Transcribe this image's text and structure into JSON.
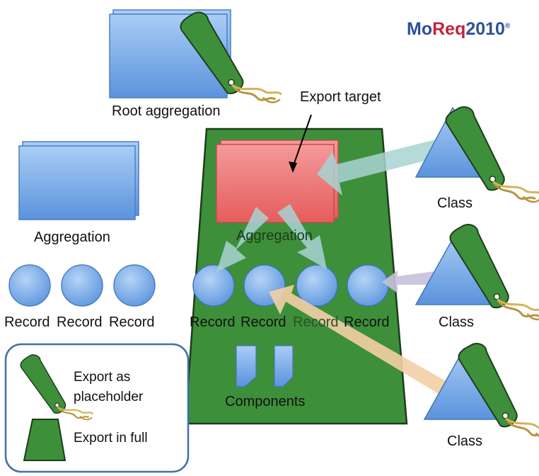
{
  "logo": {
    "part1": "Mo",
    "part2": "Req",
    "part3": "2010",
    "mark": "®"
  },
  "labels": {
    "root_aggregation": "Root aggregation",
    "export_target": "Export target",
    "aggregation": "Aggregation",
    "inner_aggregation": "Aggregation",
    "components": "Components",
    "class": "Class"
  },
  "left_records": [
    "Record",
    "Record",
    "Record"
  ],
  "inner_records": [
    "Record",
    "Record",
    "Record",
    "Record"
  ],
  "legend": {
    "placeholder": [
      "Export as",
      "placeholder"
    ],
    "full": "Export in full"
  },
  "colors": {
    "blue": "#6fa4e3",
    "blue_dark": "#3f79c6",
    "green": "#3e8f3a",
    "green_dark": "#1f4a1c",
    "red": "#f07878",
    "arrow_teal": "#a8d3d3",
    "arrow_purple": "#c8c0dc",
    "arrow_peach": "#f3cfa6"
  },
  "icons": [
    "tag-icon",
    "folder-stack-icon",
    "document-icon",
    "triangle-icon",
    "trapezoid-icon"
  ]
}
